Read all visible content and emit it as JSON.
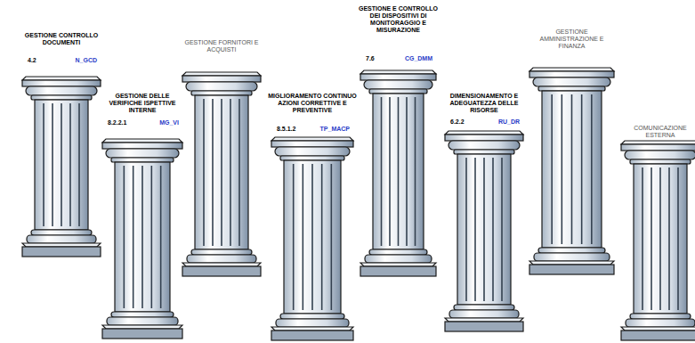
{
  "diagram": {
    "nodes": [
      {
        "text": [
          "GESTIONE CONTROLLO DOCUMENTI",
          "4.2",
          "N_GCD"
        ]
      },
      {
        "text": [
          "GESTIONE DELLE VERIFICHE ISPETTIVE INTERNE",
          "8.2.2.1",
          "MG_VI"
        ]
      },
      {
        "text": [
          "GESTIONE FORNITORI E ACQUISTI"
        ]
      },
      {
        "text": [
          "MIGLIORAMENTO CONTINUO AZIONI CORRETTIVE E PREVENTIVE",
          "8.5.1.2",
          "TP_MACP"
        ]
      },
      {
        "text": [
          "GESTIONE E CONTROLLO DEI DISPOSITIVI DI MONITORAGGIO E MISURAZIONE",
          "7.6",
          "CG_DMM"
        ]
      },
      {
        "text": [
          "DIMENSIONAMENTO E ADEGUATEZZA DELLE RISORSE",
          "6.2.2",
          "RU_DR"
        ]
      },
      {
        "text": [
          "GESTIONE AMMINISTRAZIONE E FINANZA"
        ]
      },
      {
        "text": [
          "COMUNICAZIONE ESTERNA"
        ]
      }
    ]
  }
}
